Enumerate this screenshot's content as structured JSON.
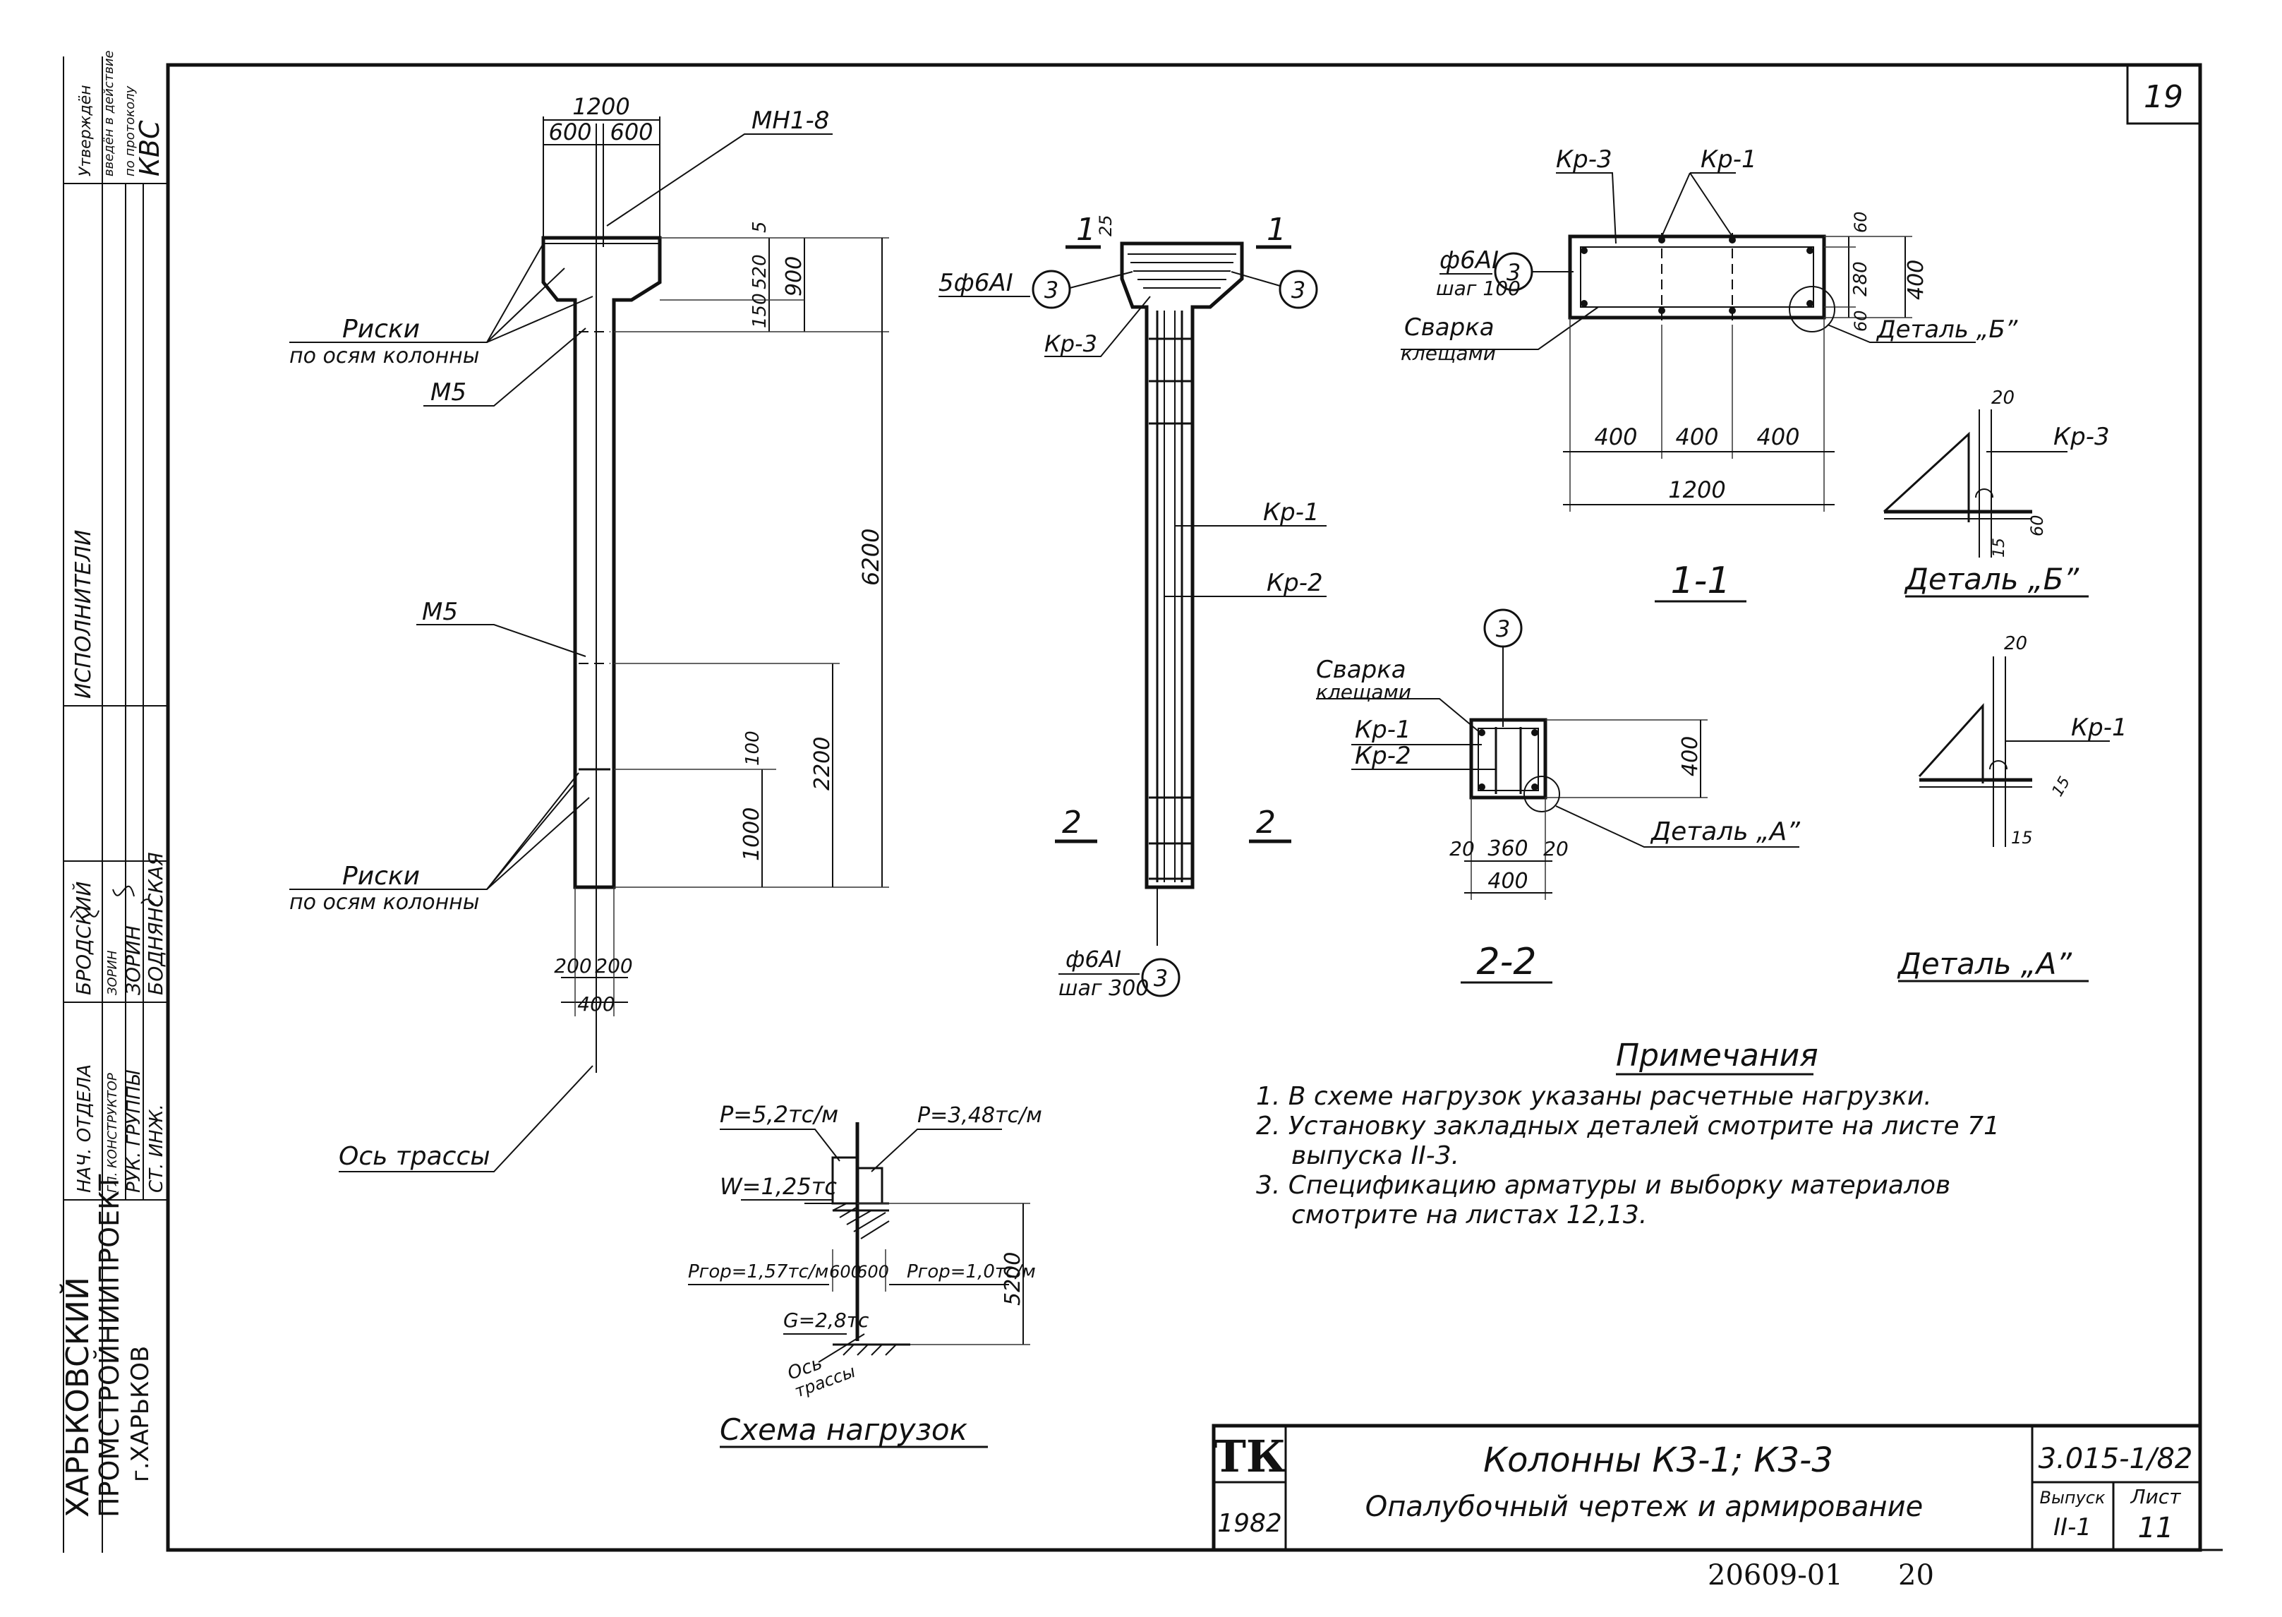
{
  "sheet_number": "19",
  "stamp": {
    "line1": "Утверждён",
    "line2": "введён в действие",
    "line3": "по протоколу",
    "code": "КВС"
  },
  "left_strip": {
    "organization_1": "ХАРЬКОВСКИЙ",
    "organization_2": "ПРОМСТРОЙНИИПРОЕКТ",
    "city": "г.ХАРЬКОВ",
    "roles": [
      "НАЧ. ОТДЕЛА",
      "ГЛ. КОНСТРУКТОР",
      "РУК. ГРУППЫ",
      "СТ. ИНЖ."
    ],
    "names": [
      "БРОДСКИЙ",
      "ЗОРИН",
      "ЗОРИН",
      "БОДНЯНСКАЯ"
    ],
    "executed_label": "ИСПОЛНИТЕЛИ"
  },
  "formwork": {
    "dim_total_width": "1200",
    "dim_half_left": "600",
    "dim_half_right": "600",
    "embedded_part": "МН1-8",
    "dim_top_5": "5",
    "dim_520": "520",
    "dim_150": "150",
    "dim_900": "900",
    "dim_6200": "6200",
    "dim_2200": "2200",
    "dim_100": "100",
    "dim_1000": "1000",
    "dim_200_left": "200",
    "dim_200_right": "200",
    "dim_400": "400",
    "marks_label_1": "Риски",
    "marks_label_2": "по осям колонны",
    "m5_upper": "М5",
    "m5_lower": "М5",
    "marks_lower_1": "Риски",
    "marks_lower_2": "по осям колонны",
    "route_axis": "Ось трассы"
  },
  "reinforcement": {
    "section_1": "1",
    "dim_25": "25",
    "rebar_top": "5ф6АI",
    "pos_3": "3",
    "kr3": "Кр-3",
    "kr1": "Кр-1",
    "kr2": "Кр-2",
    "section_2": "2",
    "stirrup_1": "ф6АI",
    "stirrup_2": "шаг 300"
  },
  "section_11": {
    "kr3": "Кр-3",
    "kr1": "Кр-1",
    "bar_1": "ф6АI",
    "bar_2": "шаг 100",
    "pos": "3",
    "weld_1": "Сварка",
    "weld_2": "клещами",
    "dim_60_top": "60",
    "dim_280": "280",
    "dim_60_bottom": "60",
    "dim_400_v": "400",
    "dim_400_a": "400",
    "dim_400_b": "400",
    "dim_400_c": "400",
    "dim_1200": "1200",
    "detail_ref": "Деталь „Б”",
    "title": "1-1"
  },
  "section_22": {
    "pos": "3",
    "weld_1": "Сварка",
    "weld_2": "клещами",
    "kr1": "Кр-1",
    "kr2": "Кр-2",
    "dim_400_v": "400",
    "dim_20_left": "20",
    "dim_360": "360",
    "dim_20_right": "20",
    "dim_400_h": "400",
    "detail_ref": "Деталь „А”",
    "title": "2-2"
  },
  "detail_b": {
    "dim_20": "20",
    "kr3": "Кр-3",
    "dim_60": "60",
    "dim_15": "15",
    "title": "Деталь „Б”"
  },
  "detail_a": {
    "dim_20": "20",
    "kr1": "Кр-1",
    "dim_15_right": "15",
    "dim_15_bottom": "15",
    "title": "Деталь „А”"
  },
  "load_scheme": {
    "p_left": "Р=5,2тс/м",
    "p_right": "Р=3,48тс/м",
    "wind": "W=1,25тс",
    "p_hor_left": "Ргор=1,57тс/м",
    "dim_600_a": "600",
    "dim_600_b": "600",
    "p_hor_right": "Ргор=1,0тс/м",
    "dim_5200": "5200",
    "weight": "G=2,8тс",
    "axis_1": "Ось",
    "axis_2": "трассы",
    "title": "Схема нагрузок"
  },
  "notes": {
    "heading": "Примечания",
    "items": [
      "1. В схеме нагрузок указаны расчетные нагрузки.",
      "2. Установку закладных деталей смотрите на листе 71",
      "выпуска II-3.",
      "3. Спецификацию арматуры и выборку материалов",
      "смотрите на листах 12,13."
    ]
  },
  "title_block": {
    "logo": "ТК",
    "year": "1982",
    "title": "Колонны К3-1; К3-3",
    "subtitle": "Опалубочный чертеж и армирование",
    "series": "3.015-1/82",
    "issue_label": "Выпуск",
    "sheet_label": "Лист",
    "issue": "II-1",
    "sheet": "11"
  },
  "footer": {
    "inventory": "20609-01",
    "page": "20"
  }
}
